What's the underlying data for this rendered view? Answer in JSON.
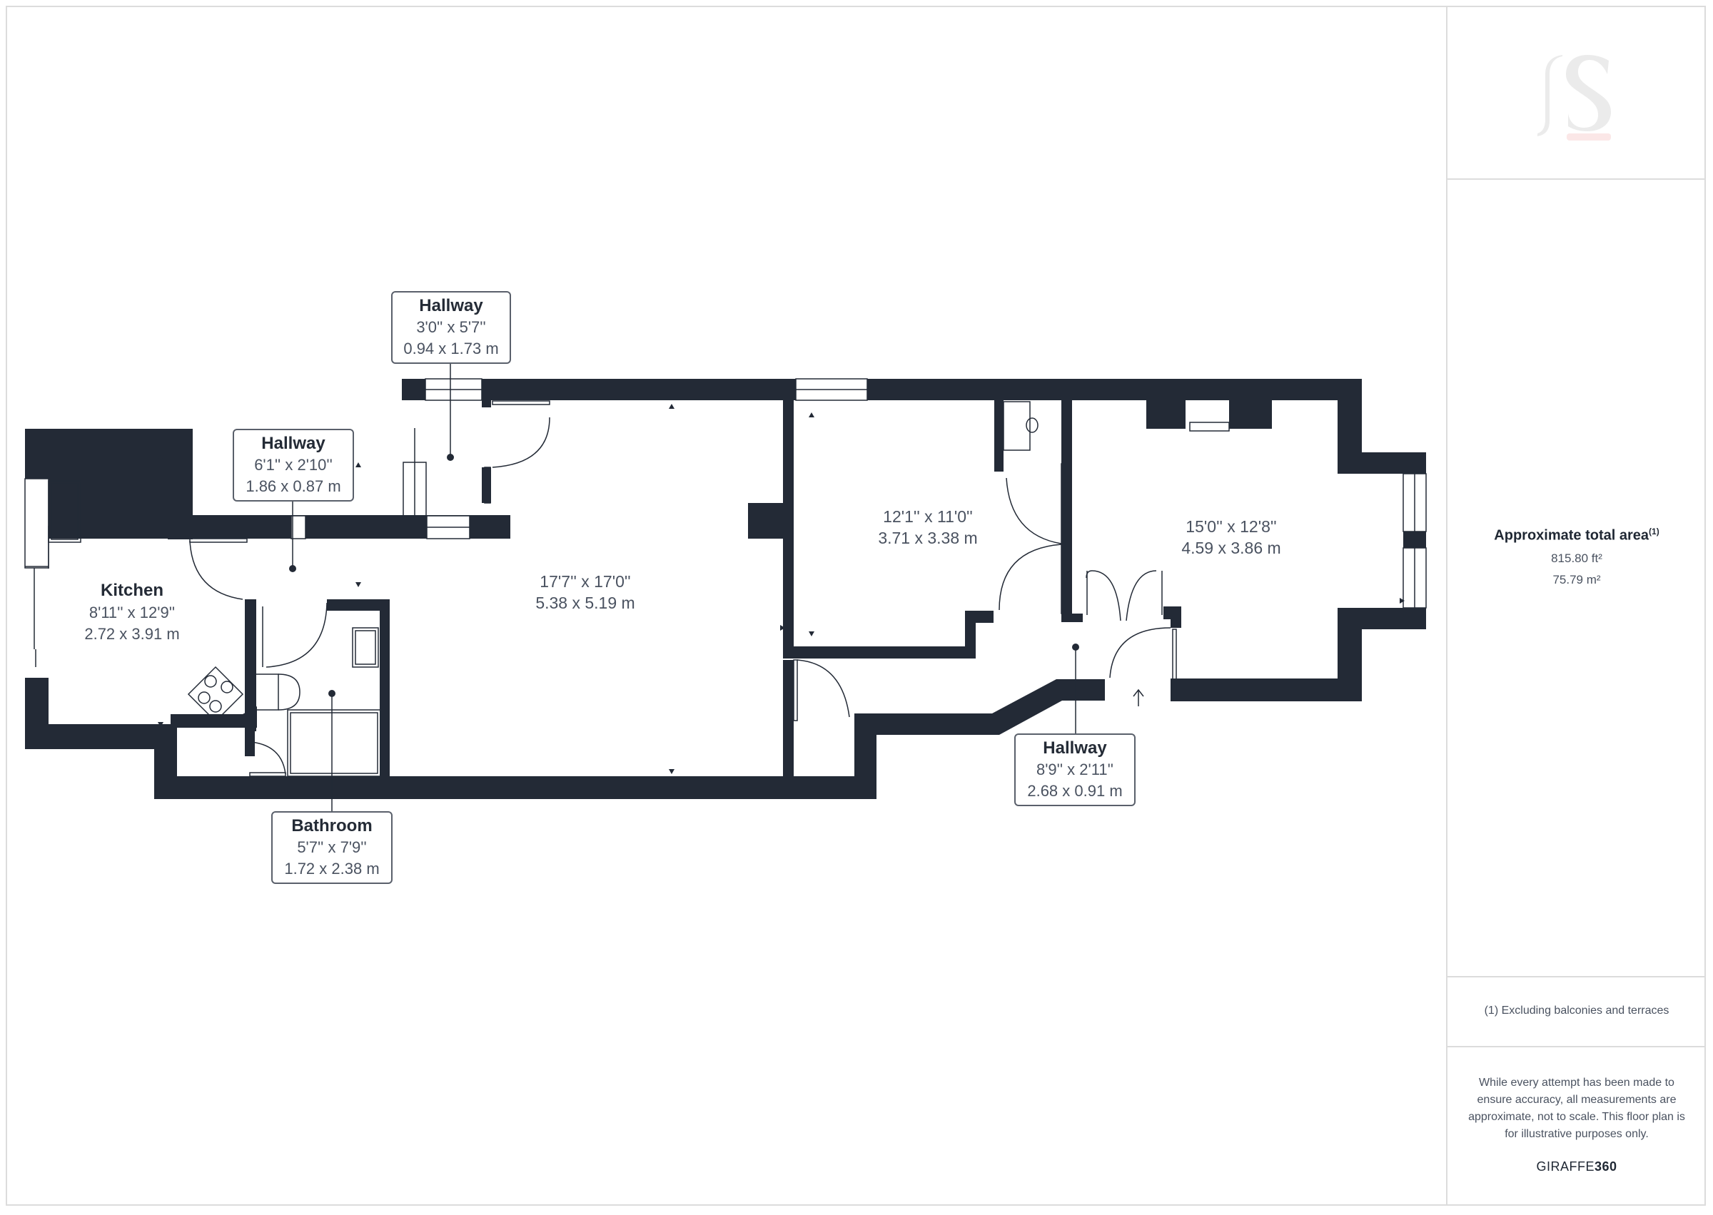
{
  "floorplan": {
    "rooms": [
      {
        "id": "kitchen",
        "name": "Kitchen",
        "imperial": "8'11'' x 12'9''",
        "metric": "2.72 x 3.91 m"
      },
      {
        "id": "hallway-1",
        "name": "Hallway",
        "imperial": "6'1'' x 2'10''",
        "metric": "1.86 x 0.87 m"
      },
      {
        "id": "hallway-2",
        "name": "Hallway",
        "imperial": "3'0'' x 5'7''",
        "metric": "0.94 x 1.73 m"
      },
      {
        "id": "bathroom",
        "name": "Bathroom",
        "imperial": "5'7'' x 7'9''",
        "metric": "1.72 x 2.38 m"
      },
      {
        "id": "living-room",
        "name": "",
        "imperial": "17'7'' x 17'0''",
        "metric": "5.38 x 5.19 m"
      },
      {
        "id": "bedroom-1",
        "name": "",
        "imperial": "12'1'' x 11'0''",
        "metric": "3.71 x 3.38 m"
      },
      {
        "id": "bedroom-2",
        "name": "",
        "imperial": "15'0'' x 12'8''",
        "metric": "4.59 x 3.86 m"
      },
      {
        "id": "hallway-3",
        "name": "Hallway",
        "imperial": "8'9'' x 2'11''",
        "metric": "2.68 x 0.91 m"
      }
    ],
    "wall_color": "#232a36"
  },
  "sidebar": {
    "logo_text": "JS",
    "area_title": "Approximate total area",
    "area_footnote_marker": "(1)",
    "area_sqft": "815.80 ft²",
    "area_sqm": "75.79 m²",
    "footnote": "(1) Excluding balconies and terraces",
    "disclaimer": "While every attempt has been made to ensure accuracy, all measurements are approximate, not to scale. This floor plan is for illustrative purposes only.",
    "brand_prefix": "GIRAFFE",
    "brand_suffix": "360"
  }
}
